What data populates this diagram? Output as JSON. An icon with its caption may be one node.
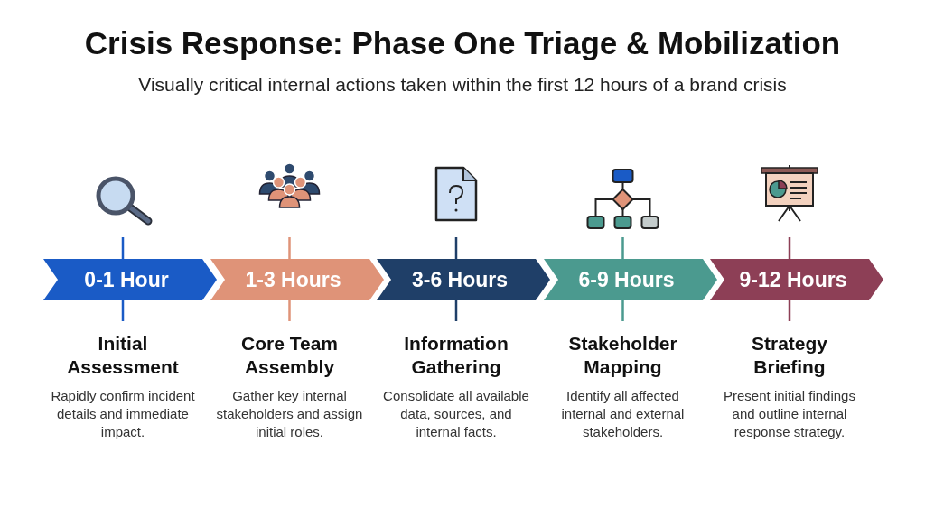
{
  "diagram": {
    "title": "Crisis Response: Phase One Triage & Mobilization",
    "caption": "Visually critical internal actions taken within the first 12 hours of a brand crisis",
    "nodes": [
      {
        "text": [
          "0-1 Hour"
        ],
        "beside": [
          "Initial Assessment",
          "Rapidly confirm incident details and immediate impact."
        ]
      },
      {
        "text": [
          "1-3 Hours"
        ],
        "beside": [
          "Core Team Assembly",
          "Gather key internal stakeholders and assign initial roles."
        ]
      },
      {
        "text": [
          "3-6 Hours"
        ],
        "beside": [
          "Information Gathering",
          "Consolidate all available data, sources, and internal facts."
        ]
      },
      {
        "text": [
          "6-9 Hours"
        ],
        "beside": [
          "Stakeholder Mapping",
          "Identify all affected internal and external stakeholders."
        ]
      },
      {
        "text": [
          "9-12 Hours"
        ],
        "beside": [
          "Strategy Briefing",
          "Present initial findings and outline internal response strategy."
        ]
      }
    ],
    "edges": []
  }
}
